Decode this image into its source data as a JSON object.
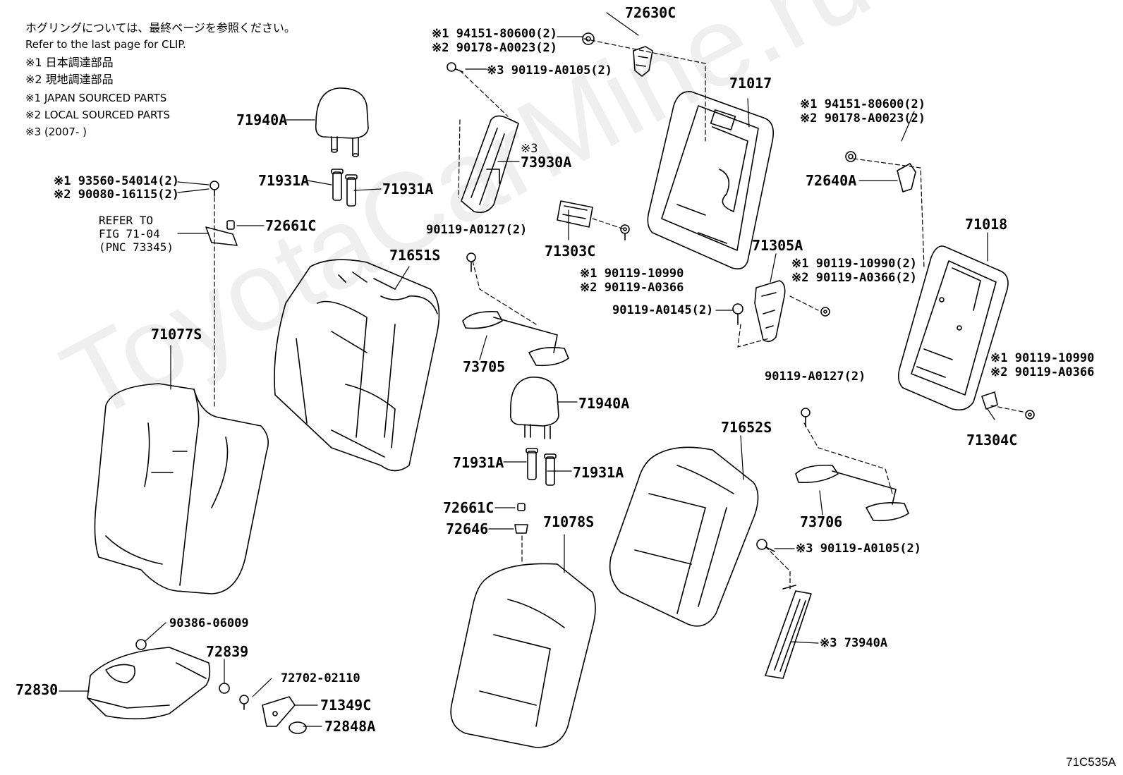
{
  "notes": {
    "clip_jp": "ホグリングについては、最終ページを参照ください。",
    "clip_en": "Refer to the last page for CLIP.",
    "n1_jp": "※1 日本調達部品",
    "n2_jp": "※2 現地調達部品",
    "n1_en": "※1 JAPAN SOURCED PARTS",
    "n2_en": "※2 LOCAL SOURCED PARTS",
    "n3": "※3 (2007-      )"
  },
  "refer": {
    "line1": "REFER TO",
    "line2": "FIG 71-04",
    "line3": "(PNC 73345)"
  },
  "watermark": "ToyotaCarMine.ru",
  "diagram_ref": "71C535A",
  "labels": {
    "p72630C": "72630C",
    "p94151_a": "※1 94151-80600(2)",
    "p90178_a": "※2 90178-A0023(2)",
    "p90119_0105_a": "※3 90119-A0105(2)",
    "p71940A_a": "71940A",
    "p71931A_a1": "71931A",
    "p71931A_a2": "71931A",
    "p73930A_tag": "※3",
    "p73930A": "73930A",
    "p93560": "※1 93560-54014(2)",
    "p90080": "※2 90080-16115(2)",
    "p72661C_a": "72661C",
    "p90119_0127_a": "90119-A0127(2)",
    "p71651S": "71651S",
    "p71303C": "71303C",
    "p71017": "71017",
    "p94151_b": "※1 94151-80600(2)",
    "p90178_b": "※2 90178-A0023(2)",
    "p72640A": "72640A",
    "p90119_10990_a": "※1 90119-10990",
    "p90119_0366_a": "※2 90119-A0366",
    "p71305A": "71305A",
    "p90119_10990_b": "※1 90119-10990(2)",
    "p90119_0366_b": "※2 90119-A0366(2)",
    "p90119_0145": "90119-A0145(2)",
    "p71018": "71018",
    "p71077S": "71077S",
    "p73705": "73705",
    "p71940A_b": "71940A",
    "p71931A_b1": "71931A",
    "p71931A_b2": "71931A",
    "p90119_0127_b": "90119-A0127(2)",
    "p90119_10990_c": "※1 90119-10990",
    "p90119_0366_c": "※2 90119-A0366",
    "p71304C": "71304C",
    "p71652S": "71652S",
    "p72661C_b": "72661C",
    "p72646": "72646",
    "p71078S": "71078S",
    "p73706": "73706",
    "p90119_0105_b": "※3 90119-A0105(2)",
    "p90386": "90386-06009",
    "p72839": "72839",
    "p72702": "72702-02110",
    "p72830": "72830",
    "p71349C": "71349C",
    "p73940A": "※3 73940A",
    "p72848A": "72848A"
  }
}
